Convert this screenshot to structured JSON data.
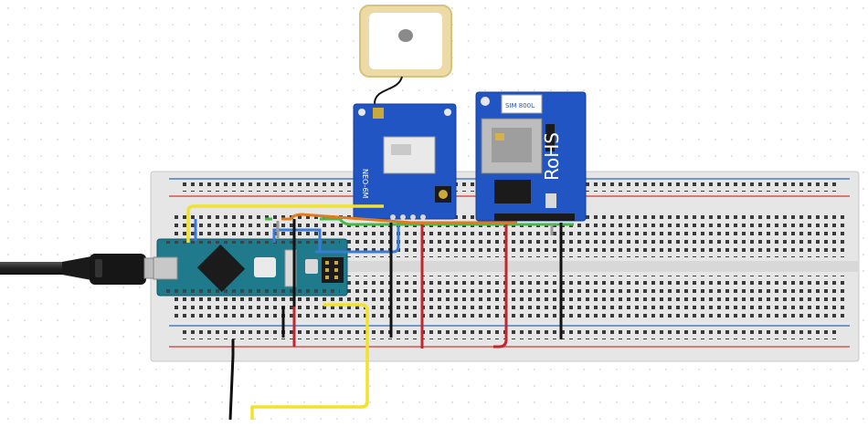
{
  "gps_module": {
    "label": "NEO-6M"
  },
  "gsm_module": {
    "marking": "RoHS",
    "label": "SIM 800L"
  },
  "colors": {
    "canvas": "#ffffff",
    "breadboard": "#e6e6e6",
    "rail_red": "#d9534f",
    "rail_blue": "#4a7fc1",
    "module_blue": "#2255c4",
    "arduino_teal": "#1f7a8c",
    "wire_yellow": "#f2e22c",
    "wire_black": "#111111",
    "wire_red": "#c0282d",
    "wire_blue": "#3a7bd5",
    "wire_green": "#49b84a",
    "wire_orange": "#e07b20",
    "antenna_tan": "#ecdba6"
  },
  "icons": [
    "usb-cable-icon",
    "gps-antenna-icon",
    "sim-slot-icon"
  ]
}
